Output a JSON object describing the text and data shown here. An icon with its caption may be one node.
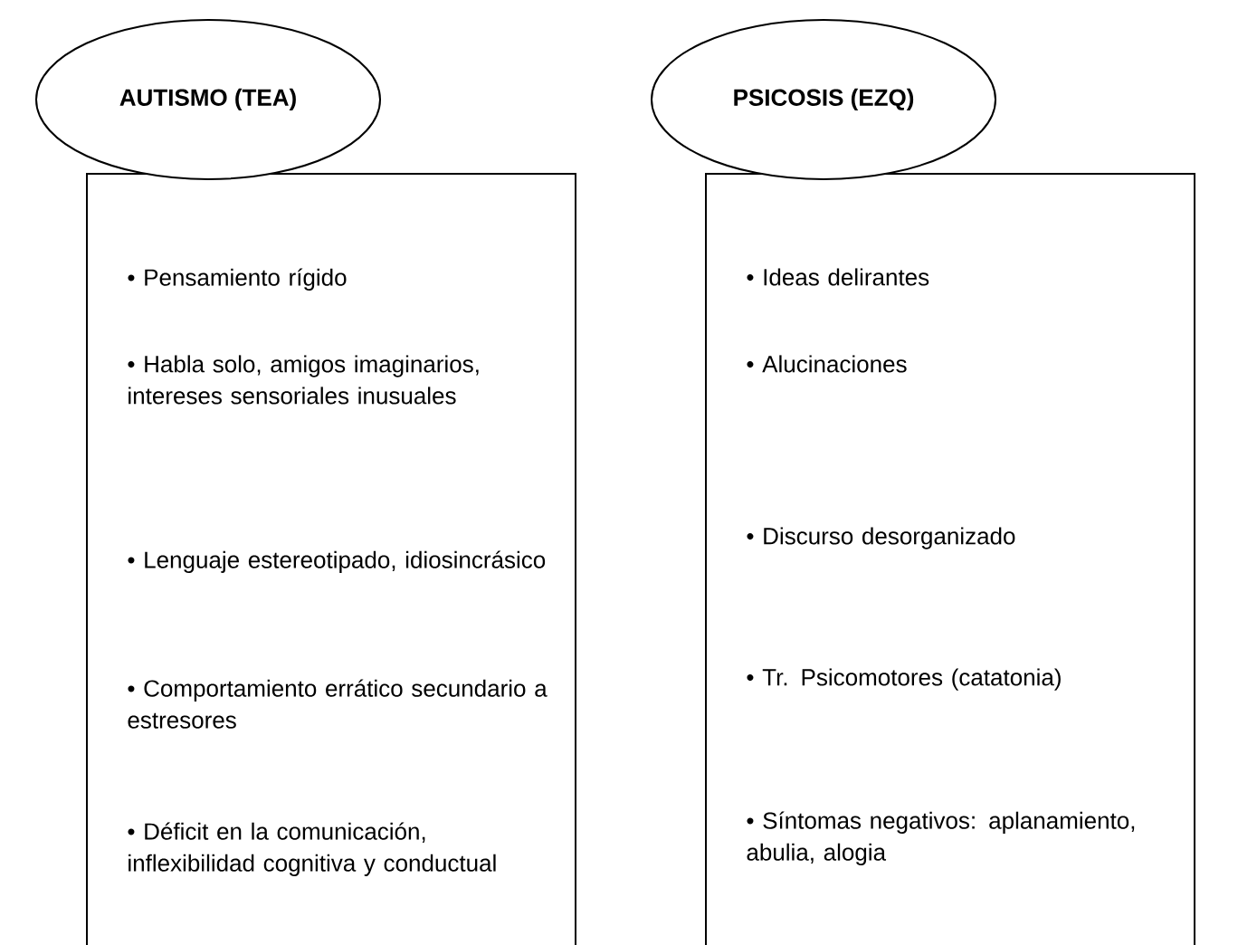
{
  "diagram": {
    "nodes": [
      {
        "text": [
          "AUTISMO (TEA)"
        ]
      },
      {
        "text": [
          "• Pensamiento rígido",
          "• Habla solo, amigos imaginarios, intereses sensoriales inusuales",
          "• Lenguaje estereotipado, idiosincrásico",
          "• Comportamiento errático secundario a estresores",
          "• Déficit en la comunicación, inflexibilidad cognitiva y conductual"
        ]
      },
      {
        "text": [
          "PSICOSIS (EZQ)"
        ]
      },
      {
        "text": [
          "• Ideas delirantes",
          "• Alucinaciones",
          "• Discurso desorganizado",
          "• Tr. Psicomotores (catatonia)",
          "• Síntomas negativos: aplanamiento, abulia, alogia"
        ]
      }
    ],
    "edges": []
  }
}
